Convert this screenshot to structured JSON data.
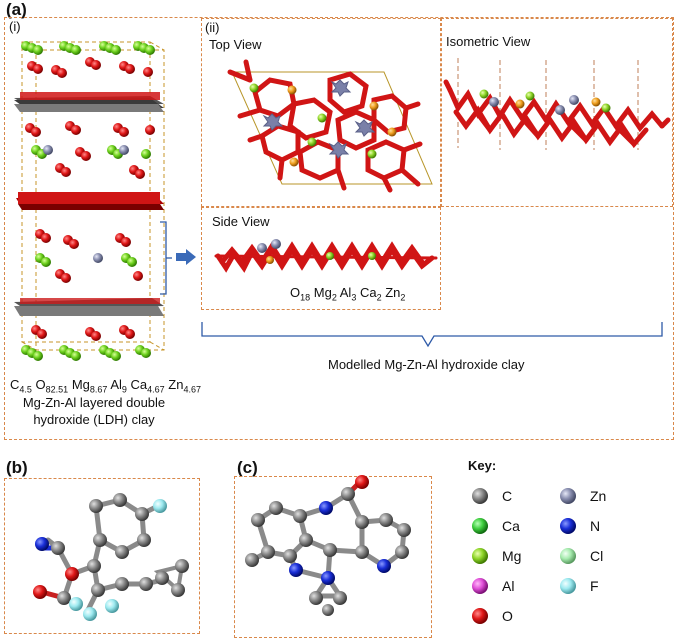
{
  "panel_a": {
    "label": "(a)",
    "sub_i": "(i)",
    "sub_ii": "(ii)",
    "top_view": "Top View",
    "isometric_view": "Isometric View",
    "side_view": "Side View",
    "ldh_formula": [
      {
        "el": "C",
        "n": "4.5"
      },
      {
        "el": "O",
        "n": "82.51"
      },
      {
        "el": "Mg",
        "n": "8.67"
      },
      {
        "el": "Al",
        "n": "9"
      },
      {
        "el": "Ca",
        "n": "4.67"
      },
      {
        "el": "Zn",
        "n": "4.67"
      }
    ],
    "ldh_caption_line1": "Mg-Zn-Al layered double",
    "ldh_caption_line2": "hydroxide (LDH) clay",
    "model_formula": [
      {
        "el": "O",
        "n": "18"
      },
      {
        "el": "Mg",
        "n": "2"
      },
      {
        "el": "Al",
        "n": "3"
      },
      {
        "el": "Ca",
        "n": "2"
      },
      {
        "el": "Zn",
        "n": "2"
      }
    ],
    "model_caption": "Modelled Mg-Zn-Al hydroxide clay"
  },
  "panel_b": {
    "label": "(b)"
  },
  "panel_c": {
    "label": "(c)"
  },
  "key": {
    "title": "Key:",
    "items": [
      {
        "label": "C",
        "color": "#8a8a8a"
      },
      {
        "label": "Ca",
        "color": "#3fcf3f"
      },
      {
        "label": "Mg",
        "color": "#8fd62a"
      },
      {
        "label": "Al",
        "color": "#e04fd8"
      },
      {
        "label": "O",
        "color": "#e01818"
      },
      {
        "label": "Zn",
        "color": "#8a8fb0"
      },
      {
        "label": "N",
        "color": "#1a2fd8"
      },
      {
        "label": "Cl",
        "color": "#a8ecb0"
      },
      {
        "label": "F",
        "color": "#9eeaf0"
      }
    ]
  }
}
